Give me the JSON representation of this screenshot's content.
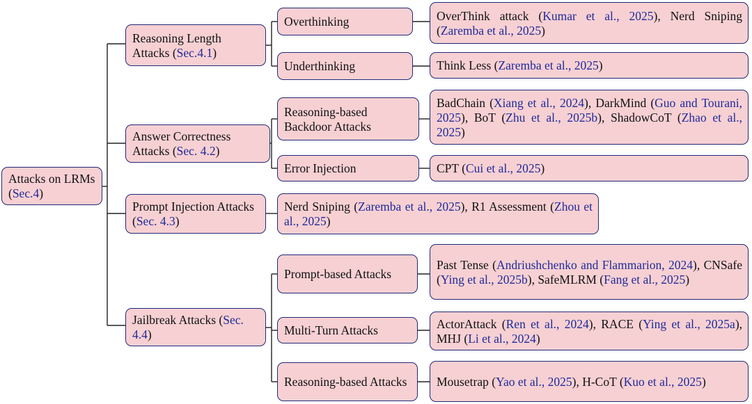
{
  "colors": {
    "node_fill": "#f7d0d3",
    "node_border": "#1f2a78",
    "citation": "#1f2a9a",
    "connector": "#222222"
  },
  "root": {
    "text": "Attacks on LRMs (Sec.4)"
  },
  "categories": [
    {
      "text": "Reasoning Length Attacks (Sec.4.1)",
      "children": [
        {
          "text": "Overthinking",
          "leaf": "OverThink attack (Kumar et al., 2025), Nerd Sniping (Zaremba et al., 2025)"
        },
        {
          "text": "Underthinking",
          "leaf": "Think Less (Zaremba et al., 2025)"
        }
      ]
    },
    {
      "text": "Answer Correctness Attacks (Sec. 4.2)",
      "children": [
        {
          "text": "Reasoning-based Backdoor Attacks",
          "leaf": "BadChain (Xiang et al., 2024), DarkMind (Guo and Tourani, 2025), BoT (Zhu et al., 2025b), ShadowCoT (Zhao et al., 2025)"
        },
        {
          "text": "Error Injection",
          "leaf": "CPT (Cui et al., 2025)"
        }
      ]
    },
    {
      "text": "Prompt Injection Attacks (Sec. 4.3)",
      "leaf": "Nerd Sniping (Zaremba et al., 2025), R1 Assessment (Zhou et al., 2025)"
    },
    {
      "text": "Jailbreak Attacks (Sec. 4.4)",
      "children": [
        {
          "text": "Prompt-based Attacks",
          "leaf": "Past Tense (Andriushchenko and Flammarion, 2024), CNSafe (Ying et al., 2025b), SafeMLRM (Fang et al., 2025)"
        },
        {
          "text": "Multi-Turn Attacks",
          "leaf": "ActorAttack (Ren et al., 2024), RACE (Ying et al., 2025a), MHJ (Li et al., 2024)"
        },
        {
          "text": "Reasoning-based Attacks",
          "leaf": "Mousetrap (Yao et al., 2025), H-CoT (Kuo et al., 2025)"
        }
      ]
    }
  ]
}
